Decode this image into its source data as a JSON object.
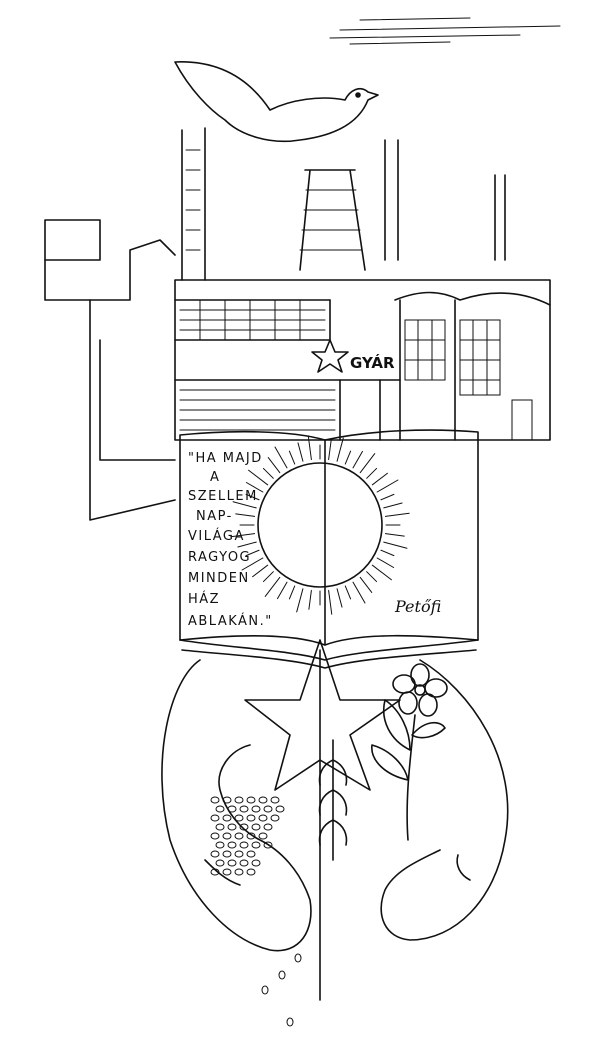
{
  "poem": {
    "lines": [
      "\"HA MAJD",
      "A",
      "SZELLEM",
      "NAP-",
      "VILÁGA",
      "RAGYOG",
      "MINDEN",
      "HÁZ",
      "ABLAKÁN.\""
    ],
    "signature": "Petőfi"
  },
  "factory_sign": "GYÁR",
  "palette": {
    "ink": "#111111",
    "paper": "#ffffff"
  }
}
